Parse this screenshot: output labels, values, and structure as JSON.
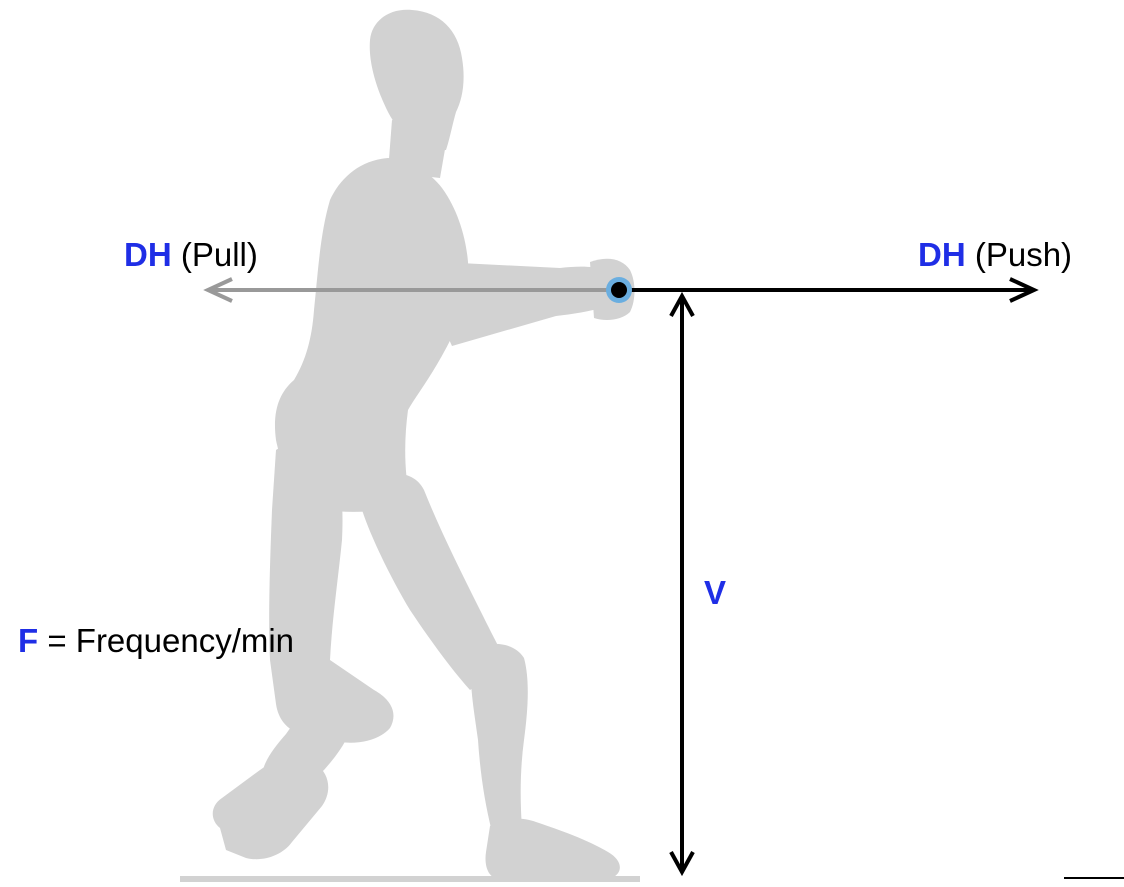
{
  "labels": {
    "pull": {
      "key": "DH",
      "text": " (Pull)"
    },
    "push": {
      "key": "DH",
      "text": " (Push)"
    },
    "vertical": {
      "key": "V"
    },
    "frequency": {
      "key": "F",
      "text": " = Frequency/min"
    }
  },
  "figure": {
    "icon": "standing-person-pulling-silhouette"
  },
  "colors": {
    "key_text": "#1f2ee6",
    "silhouette": "#d2d2d2",
    "push_arrow": "#000000",
    "pull_arrow": "#999999",
    "hand_point_ring": "#6aaee0",
    "hand_point_core": "#000000"
  }
}
